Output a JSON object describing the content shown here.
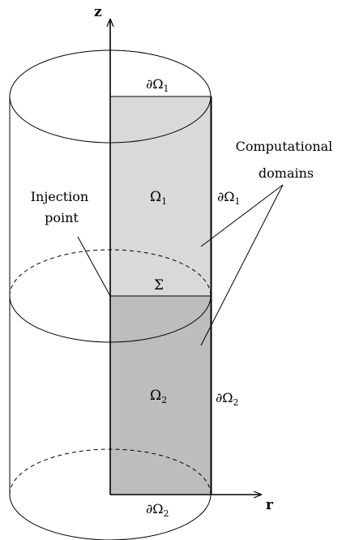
{
  "axes": {
    "z_label": "z",
    "r_label": "r"
  },
  "domains": {
    "upper": {
      "symbol": "Ω",
      "subscript": "1",
      "fill": "#d9d9d9",
      "top_boundary": {
        "prefix": "∂Ω",
        "subscript": "1"
      },
      "side_boundary": {
        "prefix": "∂Ω",
        "subscript": "1"
      }
    },
    "lower": {
      "symbol": "Ω",
      "subscript": "2",
      "fill": "#bdbdbd",
      "bottom_boundary": {
        "prefix": "∂Ω",
        "subscript": "2"
      },
      "side_boundary": {
        "prefix": "∂Ω",
        "subscript": "2"
      }
    },
    "interface_label": "Σ"
  },
  "annotations": {
    "injection": [
      "Injection",
      "point"
    ],
    "computational": [
      "Computational",
      "domains"
    ]
  },
  "colors": {
    "stroke": "#000000",
    "background": "#ffffff"
  }
}
